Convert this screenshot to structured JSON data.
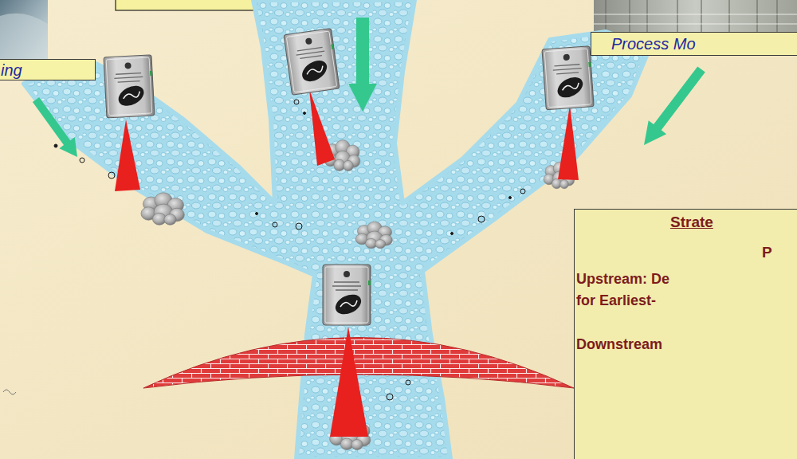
{
  "diagram": {
    "nodes": [
      {
        "text": [
          "ing"
        ]
      },
      {
        "text": [
          "Process Mo"
        ]
      },
      {
        "text": [
          "Strate",
          "P",
          "Upstream: De for Earliest-",
          "Downstream"
        ]
      }
    ]
  }
}
